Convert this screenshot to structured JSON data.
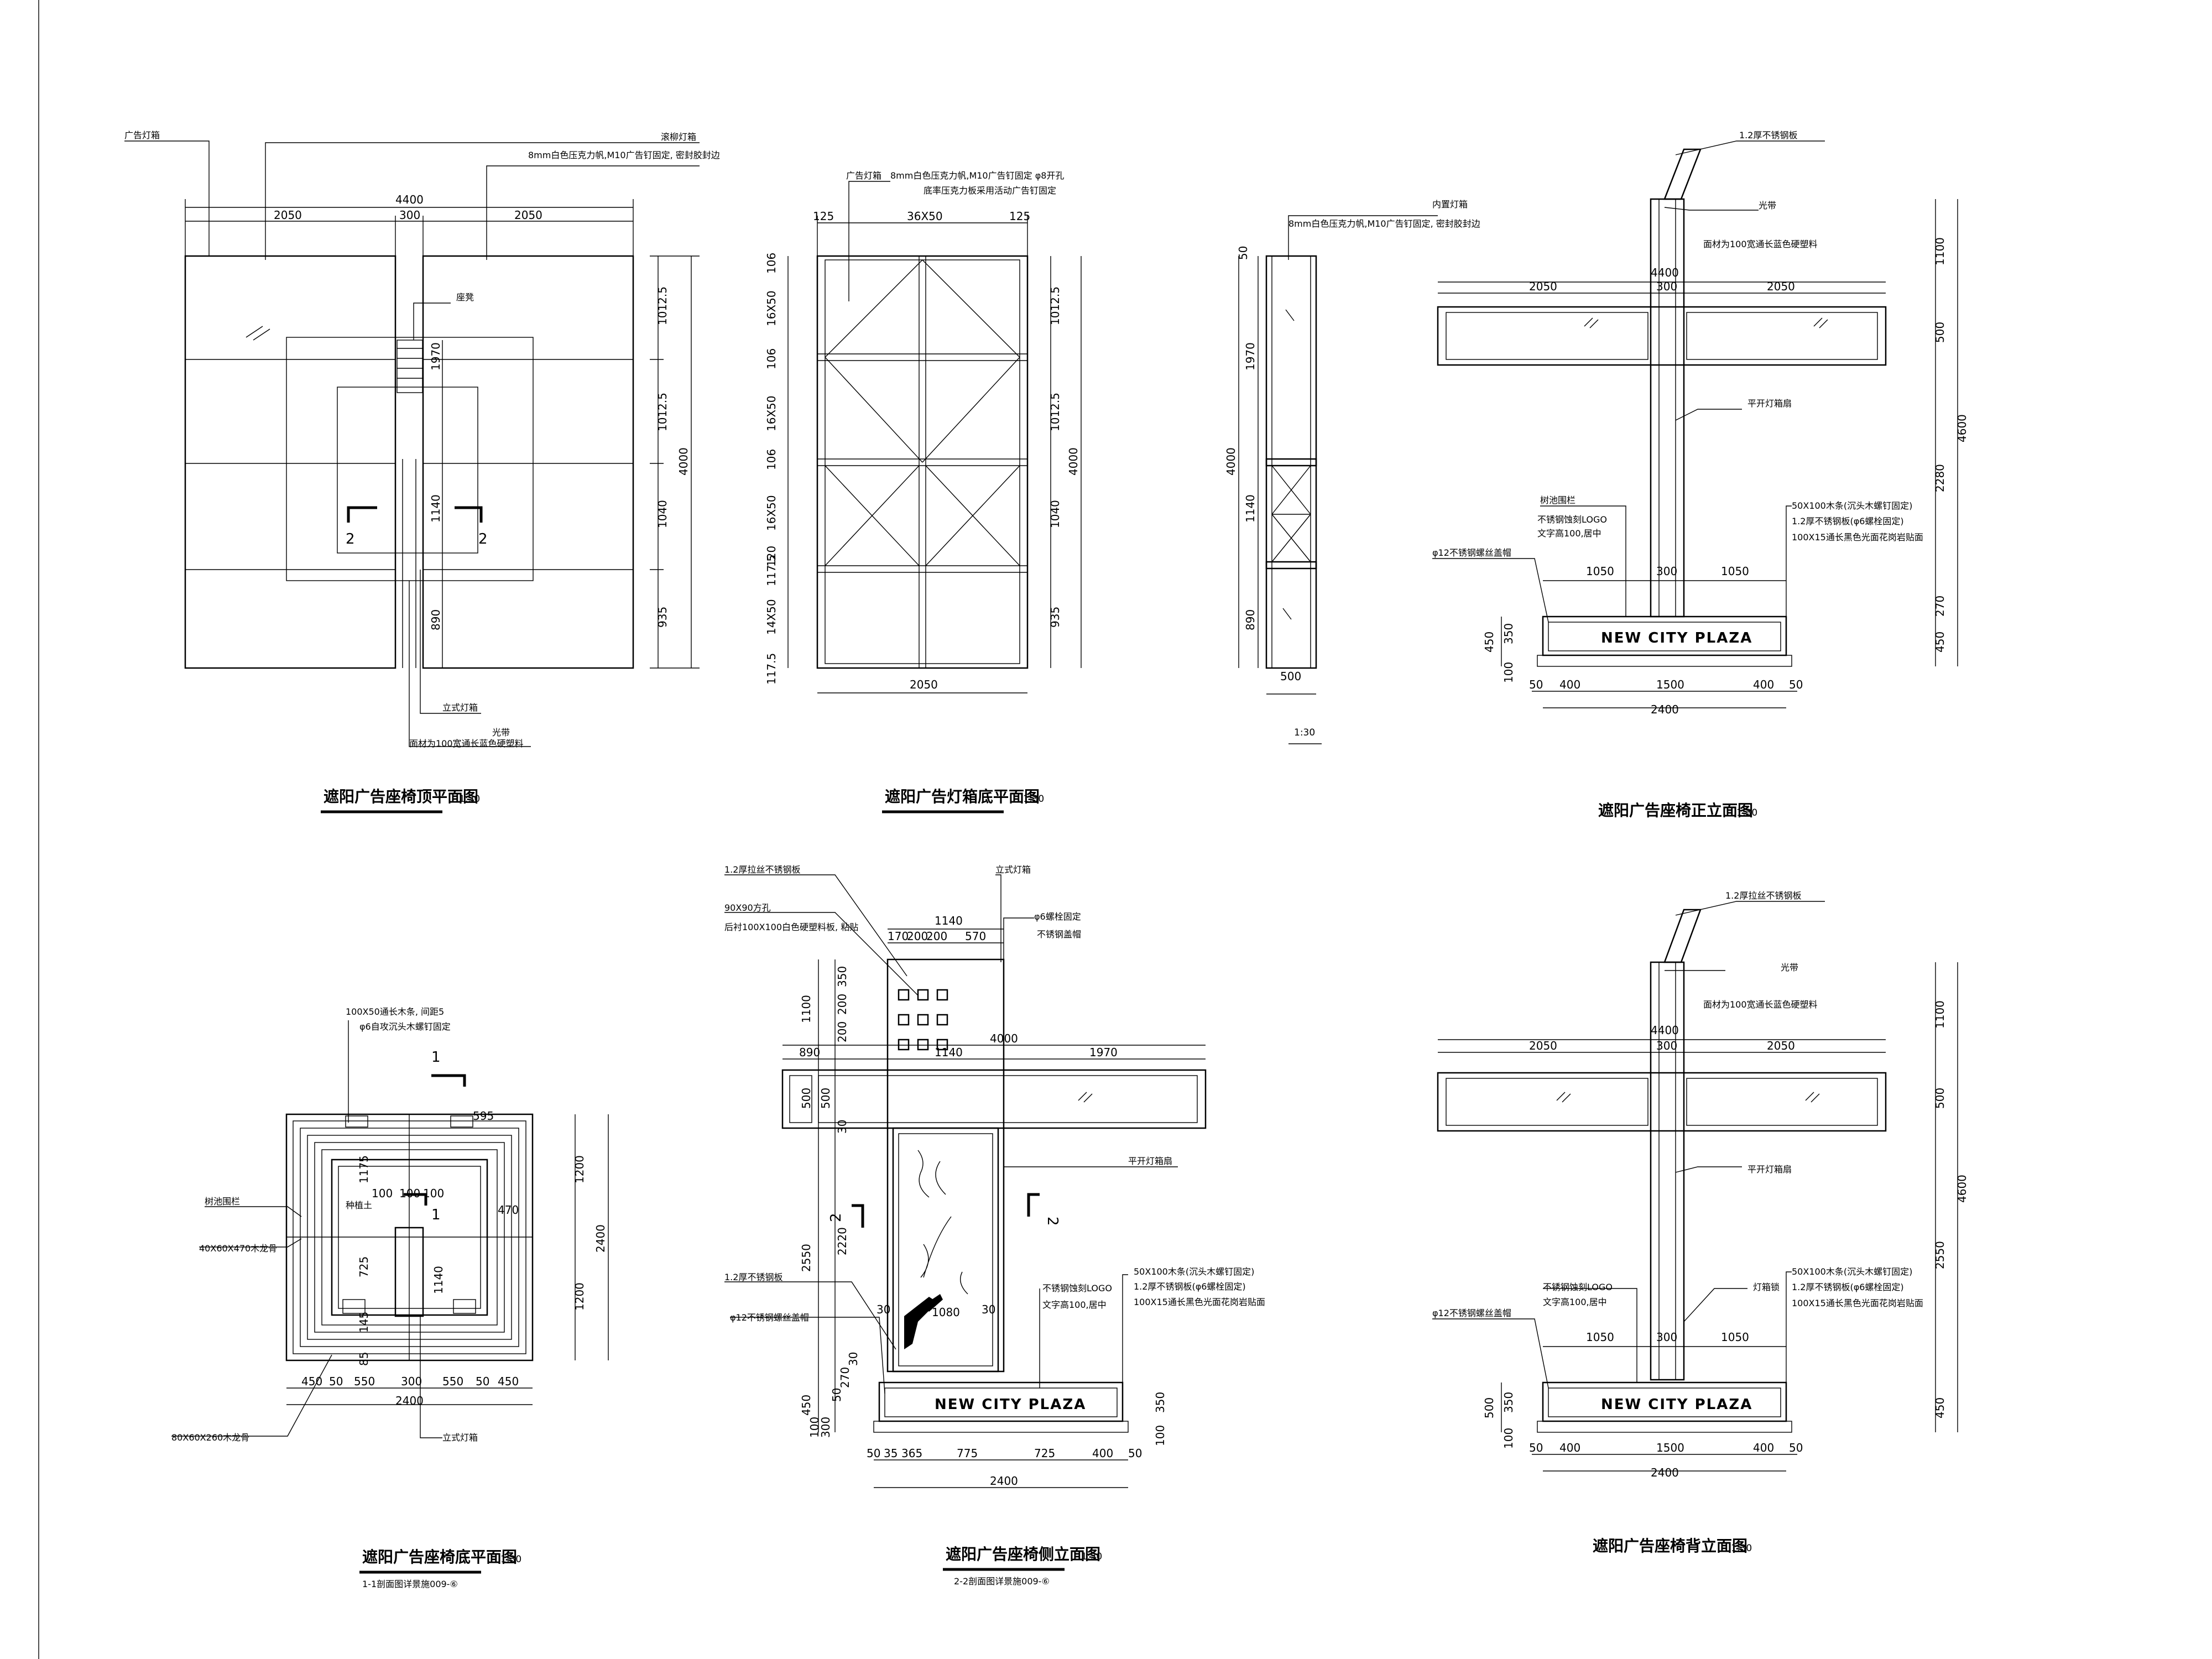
{
  "views": {
    "top_plan": {
      "title": "遮阳广告座椅顶平面图",
      "scale": "1:30",
      "notes": [
        "广告灯箱",
        "滚柳灯箱",
        "8mm白色压克力帆,M10广告钉固定, 密封胶封边",
        "座凳",
        "立式灯箱",
        "光带",
        "面材为100宽通长蓝色硬塑料"
      ],
      "dims": [
        "4400",
        "2050",
        "300",
        "2050",
        "1012.5",
        "1012.5",
        "1040",
        "935",
        "4000",
        "1970",
        "1140",
        "890"
      ],
      "section_marks": [
        "2",
        "2"
      ]
    },
    "lightbox_plan": {
      "title": "遮阳广告灯箱底平面图",
      "scale": "1:30",
      "notes": [
        "广告灯箱",
        "8mm白色压克力帆,M10广告钉固定 φ8开孔",
        "底率压克力板采用活动广告钉固定"
      ],
      "dims": [
        "125",
        "36X50",
        "125",
        "106",
        "16X50",
        "106",
        "16X50",
        "106",
        "16X50",
        "120",
        "117.5",
        "14X50",
        "117.5",
        "1012.5",
        "1012.5",
        "1040",
        "935",
        "4000",
        "2050"
      ]
    },
    "side_strip": {
      "notes": [
        "内置灯箱",
        "8mm白色压克力帆,M10广告钉固定, 密封胶封边"
      ],
      "dims": [
        "50",
        "1970",
        "4000",
        "1140",
        "890",
        "500"
      ],
      "scale": "1:30"
    },
    "front_elevation": {
      "title": "遮阳广告座椅正立面图",
      "scale": "1:30",
      "notes": [
        "1.2厚不锈钢板",
        "光带",
        "面材为100宽通长蓝色硬塑料",
        "平开灯箱扇",
        "树池围栏",
        "不锈钢蚀刻LOGO",
        "文字高100,居中",
        "φ12不锈钢螺丝盖帽",
        "50X100木条(沉头木螺钉固定)",
        "1.2厚不锈钢板(φ6螺栓固定)",
        "100X15通长黑色光面花岗岩贴面"
      ],
      "dims": [
        "4400",
        "2050",
        "300",
        "2050",
        "1050",
        "300",
        "1050",
        "50",
        "400",
        "1500",
        "400",
        "50",
        "2400",
        "450",
        "350",
        "100",
        "1100",
        "500",
        "2280",
        "4600",
        "270",
        "450"
      ],
      "sign_text": "NEW CITY PLAZA"
    },
    "seat_plan": {
      "title": "遮阳广告座椅底平面图",
      "scale": "1:30",
      "subtitle": "1-1剖面图详景施009-⑥",
      "notes": [
        "100X50通长木条, 间距5",
        "φ6自攻沉头木螺钉固定",
        "树池围栏",
        "40X60X470木龙骨",
        "80X60X260木龙骨",
        "立式灯箱",
        "种植土"
      ],
      "dims": [
        "595",
        "1175",
        "100",
        "100",
        "100",
        "470",
        "725",
        "1140",
        "145",
        "85",
        "450",
        "50",
        "550",
        "300",
        "550",
        "50",
        "450",
        "2400",
        "1200",
        "1200",
        "2400"
      ],
      "section_marks": [
        "1",
        "1"
      ]
    },
    "side_elevation": {
      "title": "遮阳广告座椅侧立面图",
      "scale": "1:30",
      "subtitle": "2-2剖面图详景施009-⑥",
      "notes": [
        "1.2厚拉丝不锈钢板",
        "立式灯箱",
        "90X90方孔",
        "后衬100X100白色硬塑料板, 粘贴",
        "φ6螺栓固定",
        "不锈钢盖帽",
        "平开灯箱扇",
        "1.2厚不锈钢板",
        "φ12不锈钢螺丝盖帽",
        "不锈钢蚀刻LOGO",
        "文字高100,居中",
        "50X100木条(沉头木螺钉固定)",
        "1.2厚不锈钢板(φ6螺栓固定)",
        "100X15通长黑色光面花岗岩贴面"
      ],
      "dims": [
        "1140",
        "170",
        "200",
        "200",
        "570",
        "4000",
        "890",
        "1140",
        "1970",
        "350",
        "200",
        "200",
        "1100",
        "500",
        "500",
        "30",
        "2220",
        "2550",
        "30",
        "1080",
        "30",
        "450",
        "100",
        "300",
        "50",
        "270",
        "30",
        "350",
        "100",
        "50",
        "35",
        "365",
        "775",
        "725",
        "400",
        "50",
        "2400"
      ],
      "section_marks": [
        "2",
        "2"
      ],
      "sign_text": "NEW CITY PLAZA"
    },
    "back_elevation": {
      "title": "遮阳广告座椅背立面图",
      "scale": "1:30",
      "notes": [
        "1.2厚拉丝不锈钢板",
        "光带",
        "面材为100宽通长蓝色硬塑料",
        "平开灯箱扇",
        "不锈钢蚀刻LOGO",
        "文字高100,居中",
        "灯箱锁",
        "φ12不锈钢螺丝盖帽",
        "50X100木条(沉头木螺钉固定)",
        "1.2厚不锈钢板(φ6螺栓固定)",
        "100X15通长黑色光面花岗岩贴面"
      ],
      "dims": [
        "4400",
        "2050",
        "300",
        "2050",
        "1050",
        "300",
        "1050",
        "50",
        "400",
        "1500",
        "400",
        "50",
        "2400",
        "500",
        "350",
        "100",
        "1100",
        "500",
        "2550",
        "4600",
        "450"
      ],
      "sign_text": "NEW CITY PLAZA"
    }
  }
}
